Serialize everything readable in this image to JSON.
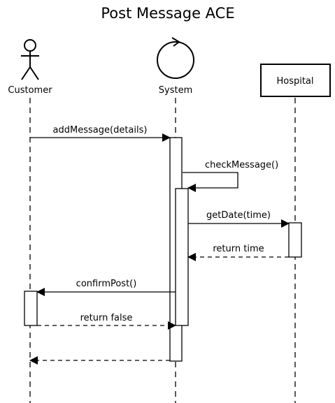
{
  "title": "Post Message ACE",
  "participants": {
    "customer": "Customer",
    "system": "System",
    "hospital": "Hospital"
  },
  "messages": {
    "add_message": "addMessage(details)",
    "check_message": "checkMessage()",
    "get_date": "getDate(time)",
    "return_time": "return time",
    "confirm_post": "confirmPost()",
    "return_false": "return false"
  }
}
